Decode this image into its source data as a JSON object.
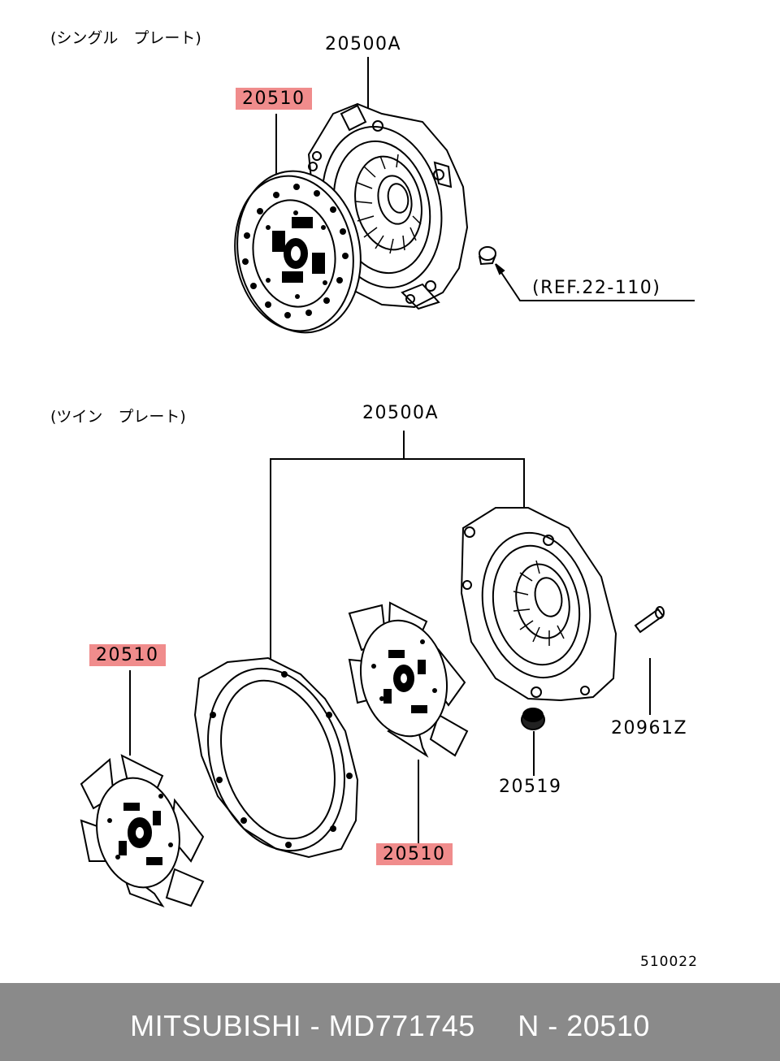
{
  "diagram": {
    "single_plate": {
      "section_label": "(シングル　プレート)",
      "cover_part": "20500A",
      "disc_part": "20510",
      "ref_label": "(REF.22-110)"
    },
    "twin_plate": {
      "section_label": "(ツイン　プレート)",
      "cover_part": "20500A",
      "disc_left_part": "20510",
      "disc_center_part": "20510",
      "bearing_part": "20519",
      "bolt_part": "20961Z"
    },
    "drawing_number": "510022",
    "highlight_color": "#f08c8c"
  },
  "footer": {
    "text": "MITSUBISHI - MD771745     N - 20510",
    "background": "#8a8a8a"
  }
}
